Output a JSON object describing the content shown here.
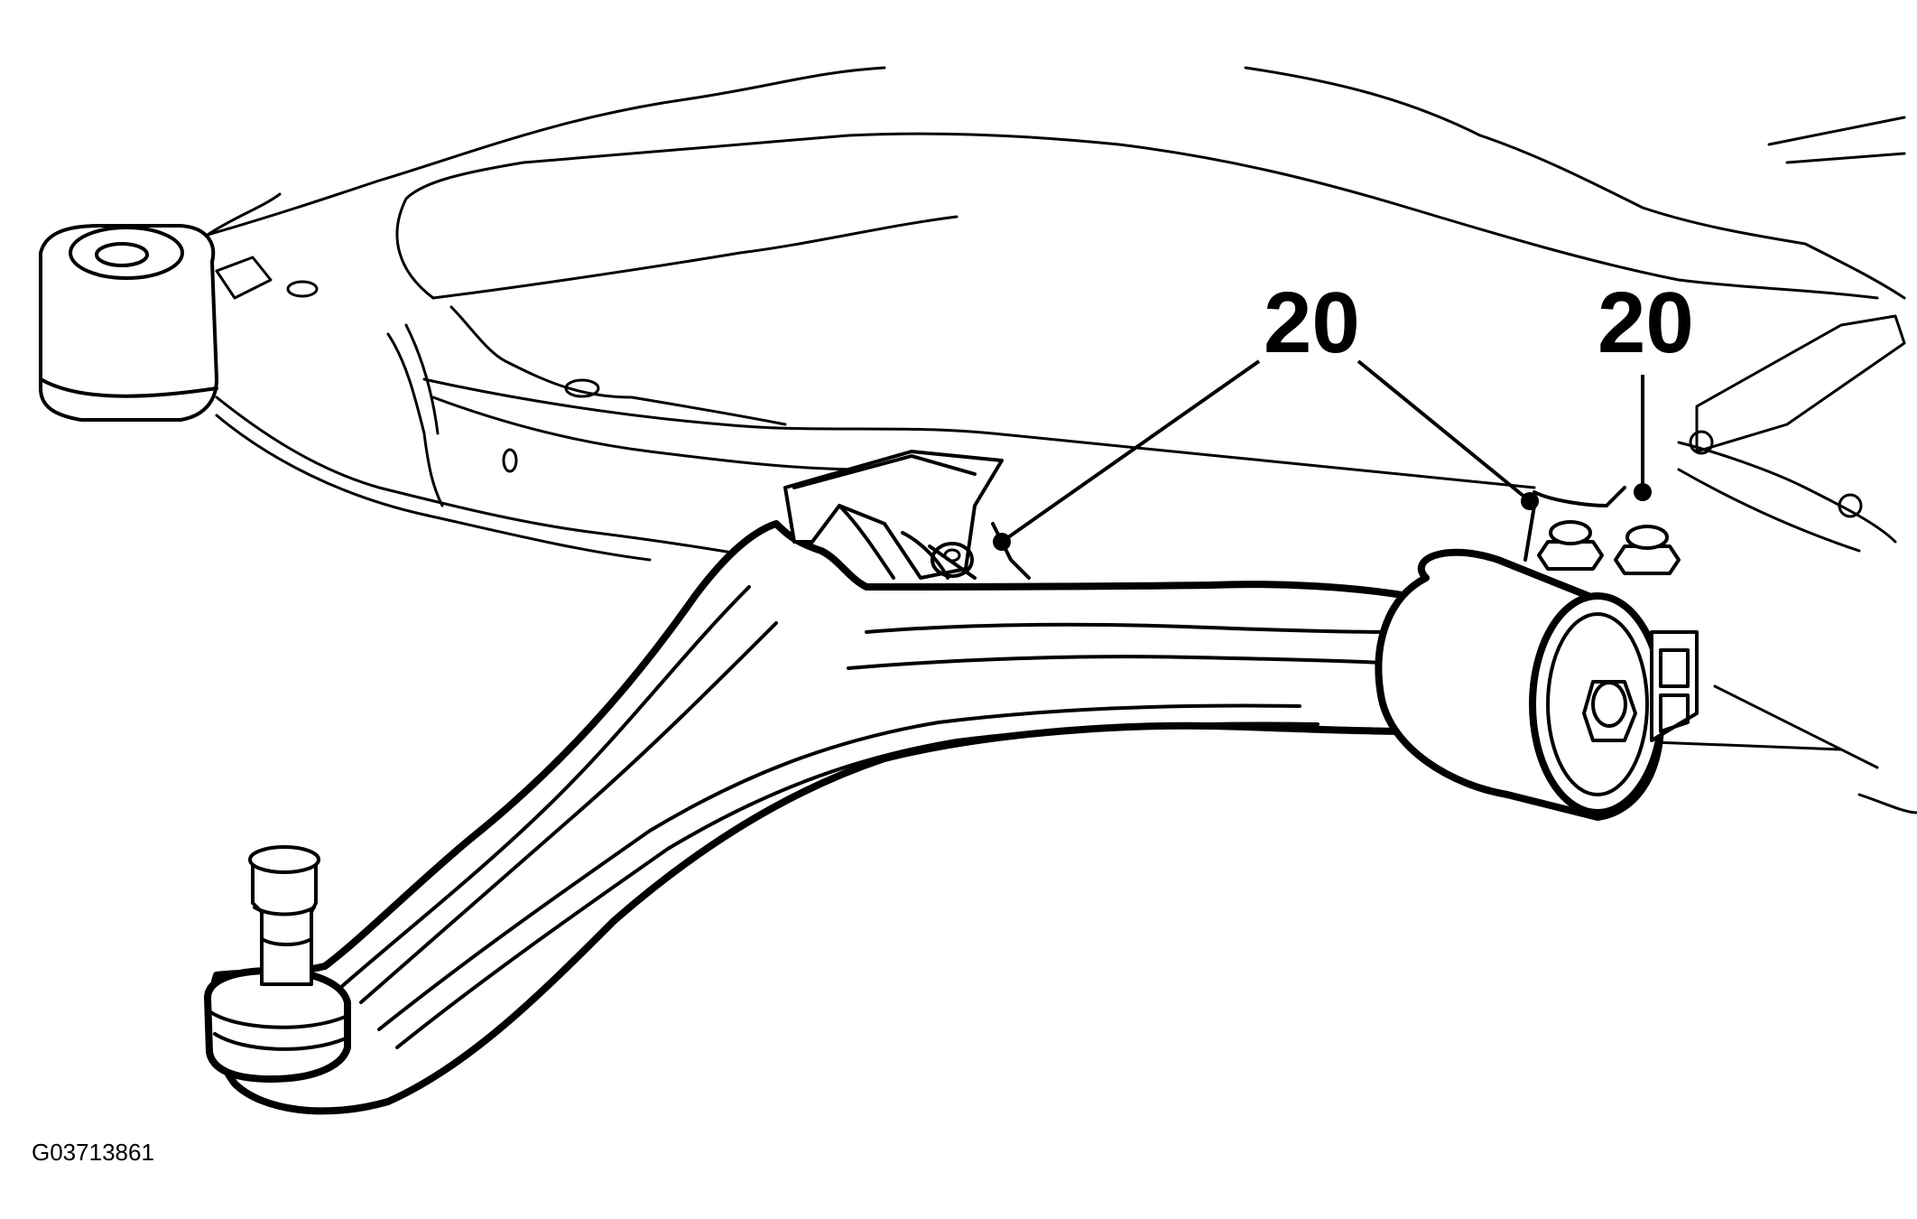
{
  "diagram": {
    "figure_id": "G03713861",
    "callouts": [
      {
        "label": "20"
      },
      {
        "label": "20"
      }
    ],
    "colors": {
      "line": "#000000",
      "background": "#ffffff"
    }
  }
}
